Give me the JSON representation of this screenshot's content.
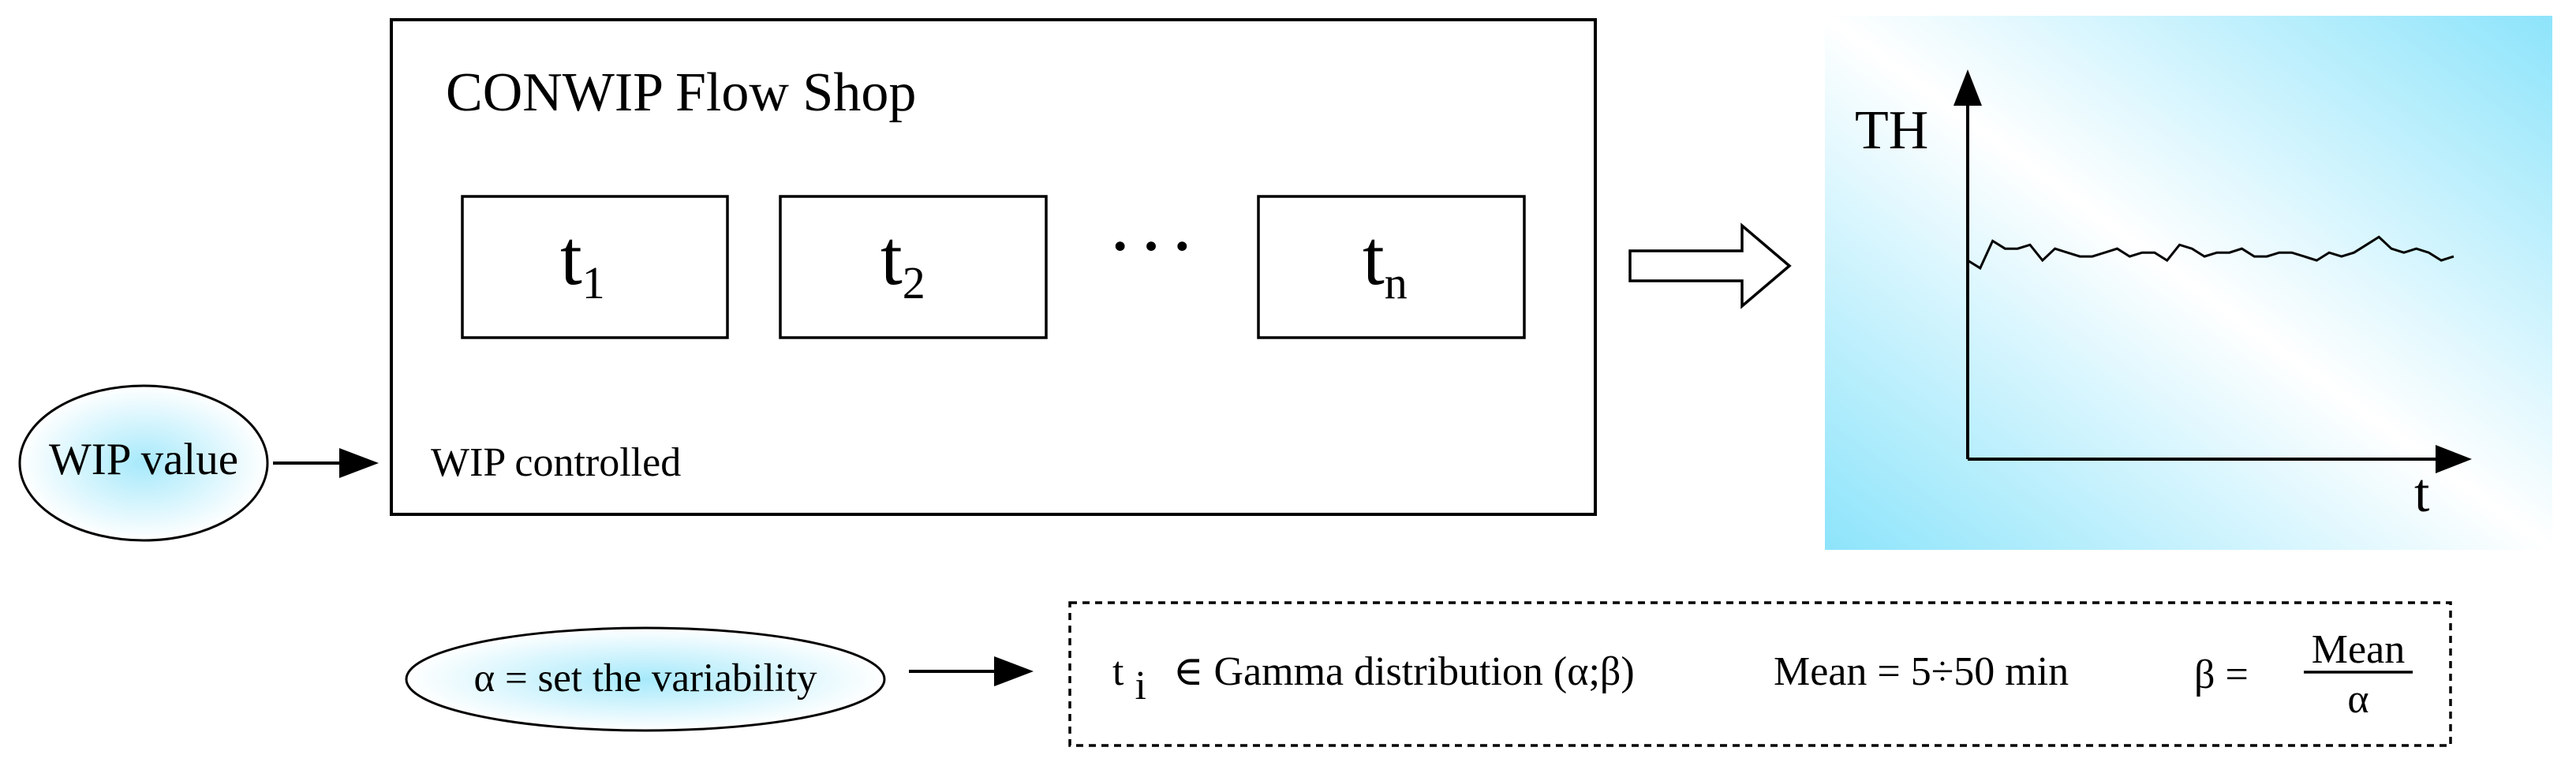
{
  "shop": {
    "title": "CONWIP Flow Shop",
    "wip_label": "WIP controlled",
    "stations": [
      {
        "base": "t",
        "sub": "1"
      },
      {
        "base": "t",
        "sub": "2"
      },
      {
        "base": "t",
        "sub": "n"
      }
    ],
    "ellipsis": "···"
  },
  "wip_input": {
    "label": "WIP value"
  },
  "chart": {
    "ylabel": "TH",
    "xlabel": "t",
    "throughput": [
      0.51,
      0.49,
      0.56,
      0.54,
      0.54,
      0.55,
      0.51,
      0.54,
      0.53,
      0.52,
      0.52,
      0.53,
      0.54,
      0.52,
      0.53,
      0.53,
      0.51,
      0.55,
      0.54,
      0.52,
      0.53,
      0.53,
      0.54,
      0.52,
      0.52,
      0.53,
      0.53,
      0.52,
      0.51,
      0.53,
      0.52,
      0.53,
      0.55,
      0.57,
      0.54,
      0.53,
      0.54,
      0.53,
      0.51,
      0.52
    ]
  },
  "variability": {
    "label": "α = set the variability",
    "formula": {
      "term": "t",
      "term_sub": "i",
      "distribution": "∈ Gamma distribution (α;β)",
      "mean": "Mean = 5÷50 min",
      "beta_prefix": "β =",
      "frac_num": "Mean",
      "frac_den": "α"
    }
  },
  "colors": {
    "bubble_center": "#a6e9fb",
    "panel_right_top": "#8de4fb",
    "line": "#000000"
  }
}
